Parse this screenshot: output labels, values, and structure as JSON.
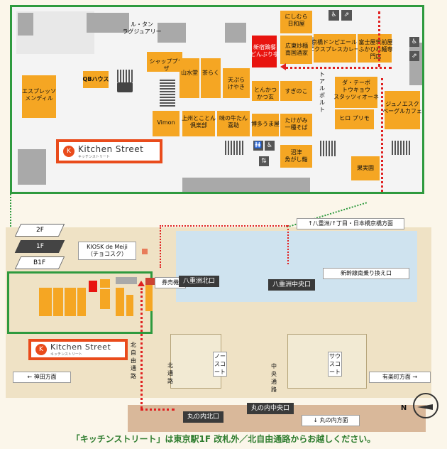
{
  "brand": {
    "name": "Kitchen Street",
    "sub": "キッチンストリート",
    "accent": "#e94b1b",
    "highlight": "#e8140f",
    "shop_color": "#f5a623",
    "frame_color": "#2e9a3e"
  },
  "detail_map": {
    "shops": {
      "le_tan": "ル・タン\nラグジュアリー",
      "nishimura": "にしむら\n日和屋",
      "kyobashi_donpierre": "京橋ドンピエール\nエクスプレスカレー",
      "tomioka": "富士屋筑前屋\nふかひれ麺専門店",
      "shinjuku_sanshoku": "新宿鶏餐\nどんぶり亭",
      "kokotomi": "広東炒麺\n南国酒家",
      "sharp_plaza": "シャッププラザ",
      "yamamizudo": "山水堂",
      "sagaraku": "茶らく",
      "tenpura": "天ぷら\nけやき",
      "tonkatsu": "とんかつ\nかつ玄",
      "sugino": "すぎのこ",
      "tan_tan": "ダ・テーボ\nトウキョウ\nスタッツィオーネ",
      "alpor": "トアルポルト",
      "hiro_primo": "ヒロ プリモ",
      "junoesque": "ジュノエスク\nベーグルカフェ",
      "qb": "QBハウス",
      "espresso": "エスプレッソ\nメンディル",
      "vimon": "Vimon",
      "uemura": "上州とことん\n倶楽部",
      "ajino": "味の牛たん\n喜助",
      "hakata": "博多うま屋",
      "takegami": "たけがみ\n一種そば",
      "numazu": "沼津\n魚がし鮨",
      "kajitsuen": "果実園"
    }
  },
  "overview_map": {
    "floors": [
      "2F",
      "1F",
      "B1F"
    ],
    "current_floor": "1F",
    "kiosk": "KIOSK de Meiji\n（チョコスク）",
    "ticket": "券売機",
    "gates": {
      "yaesu_north": "八重洲北口",
      "yaesu_central": "八重洲中央口",
      "marunouchi_north": "丸の内北口",
      "marunouchi_central": "丸の内中央口"
    },
    "labels": {
      "yaesu_direction": "↑八重洲/↑丁目・日本橋京橋方面",
      "shinkansen": "新幹線南乗り換え口",
      "north_pass_vertical": "北自由通路",
      "north_road": "北通路",
      "north_court": "ノースコート",
      "central_road": "中央通路",
      "south_court": "サウスコート",
      "kanda": "← 神田方面",
      "yurakucho": "有楽町方面 →",
      "marunouchi_direction": "↓ 丸の内方面",
      "compass": "N"
    }
  },
  "footer": "「キッチンストリート」は東京駅1F 改札外／北自由通路からお越しください。"
}
